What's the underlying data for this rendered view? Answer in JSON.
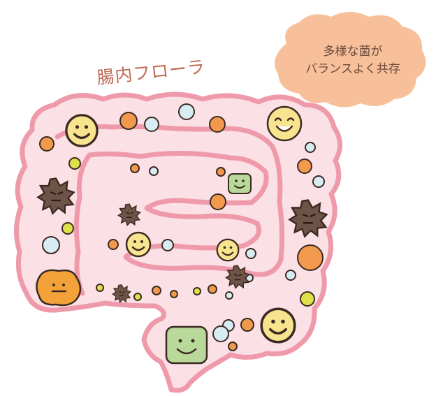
{
  "illustration": {
    "title": "腸内フローラ",
    "speech_bubble": {
      "line1": "多様な菌が",
      "line2": "バランスよく共存"
    },
    "colors": {
      "intestine_outline": "#ef9aaa",
      "intestine_fill": "#fbe1e6",
      "bubble_fill": "#f7c09a",
      "orange_ball": "#f19a4e",
      "blue_ball": "#d8ecf4",
      "yellow_ball": "#dde24a",
      "yellow_face": "#f8e48f",
      "green_face": "#b9d99a",
      "brown_germ": "#6e5446",
      "orange_germ": "#f3a23a"
    },
    "icons": [
      "smiley-face-icon",
      "happy-face-icon",
      "spiky-germ-icon",
      "green-square-face-icon"
    ]
  }
}
